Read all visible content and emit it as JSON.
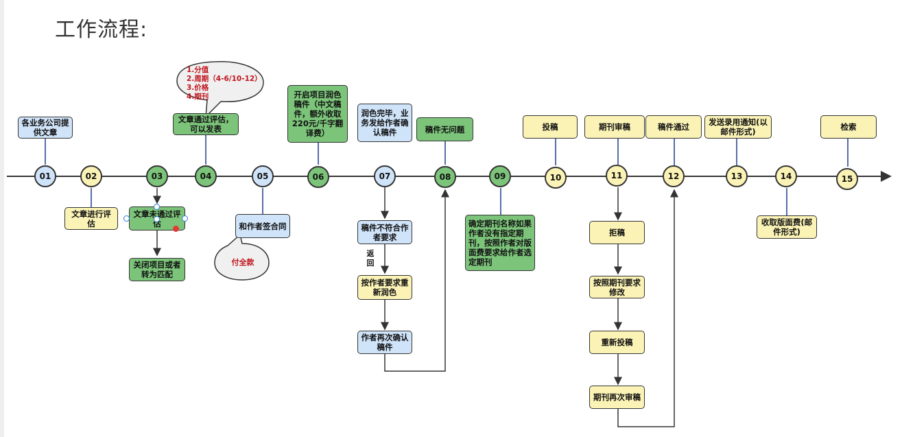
{
  "title": "工作流程:",
  "nodes": [
    "01",
    "02",
    "03",
    "04",
    "05",
    "06",
    "07",
    "08",
    "09",
    "10",
    "11",
    "12",
    "13",
    "14",
    "15"
  ],
  "labels": {
    "companies_submit": "各业务公司提供文章",
    "eval_passed": "文章通过评估，可以发表",
    "start_polish": "开启项目润色稿件（中文稿件，额外收取220元/千字翻译费）",
    "polish_done": "润色完毕，业务发给作者确认稿件",
    "manuscript_ok": "稿件无问题",
    "submit": "投稿",
    "journal_review": "期刊审稿",
    "accepted": "稿件通过",
    "acceptance_notice": "发送录用通知(以邮件形式)",
    "indexing": "检索",
    "evaluate": "文章进行评估",
    "eval_failed": "文章未通过评估",
    "close_project": "关闭项目或者转为匹配",
    "sign_contract": "和作者签合同",
    "not_meet": "稿件不符合作者要求",
    "repolish": "按作者要求重新润色",
    "reconfirm": "作者再次确认稿件",
    "confirm_journal": "确定期刊名称如果作者没有指定期刊，按照作者对版面费要求给作者选定期刊",
    "rejected": "拒稿",
    "revise": "按照期刊要求修改",
    "resubmit": "重新投稿",
    "rereview": "期刊再次审稿",
    "layout_fee": "收取版面费(邮件形式)"
  },
  "bubble_criteria": "1.分值\n2.周期（4-6/10-12）\n3.价格\n4.期刊",
  "bubble_payment": "付全款",
  "return_note": "返回",
  "colors": {
    "blue": "#cfe3f9",
    "yellow": "#fbf3b5",
    "green": "#7cc47a",
    "accent_red": "#c0141c"
  }
}
